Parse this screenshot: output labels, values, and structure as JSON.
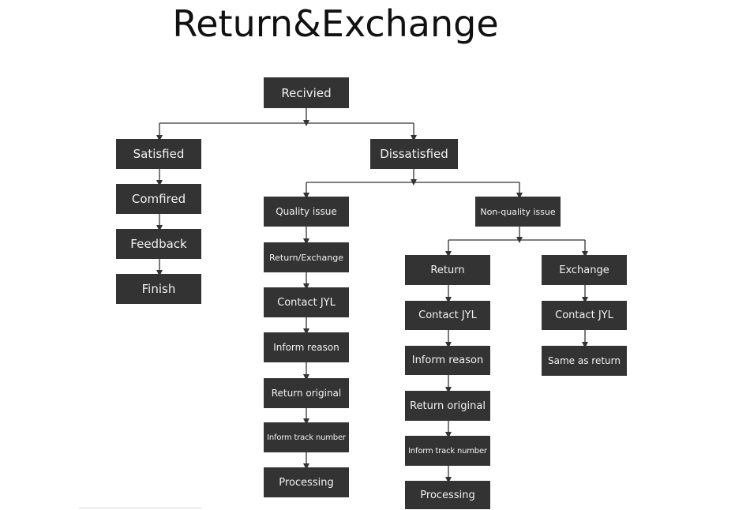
{
  "title": "Return&Exchange",
  "nodes": {
    "received": "Recivied",
    "satisfied": "Satisfied",
    "confirmed": "Comfired",
    "feedback": "Feedback",
    "finish": "Finish",
    "dissatisfied": "Dissatisfied",
    "quality_issue": "Quality issue",
    "quality_return_exchange": "Return/Exchange",
    "quality_contact": "Contact JYL",
    "quality_inform_reason": "Inform reason",
    "quality_return_original": "Return original",
    "quality_inform_track": "Inform track number",
    "quality_processing": "Processing",
    "non_quality_issue": "Non-quality issue",
    "return": "Return",
    "return_contact": "Contact JYL",
    "return_inform_reason": "Inform reason",
    "return_original": "Return original",
    "return_inform_track": "Inform track number",
    "return_processing": "Processing",
    "exchange": "Exchange",
    "exchange_contact": "Contact JYL",
    "exchange_same_as_return": "Same as return"
  }
}
